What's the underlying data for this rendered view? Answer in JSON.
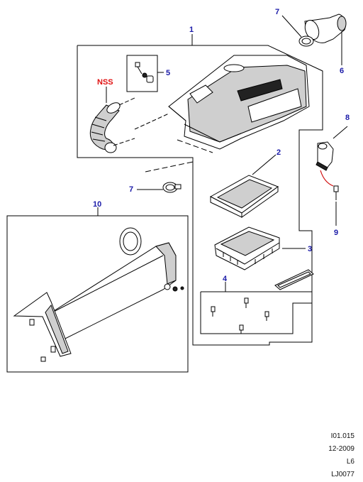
{
  "diagram": {
    "callouts": [
      "1",
      "2",
      "3",
      "4",
      "5",
      "6",
      "7",
      "7",
      "8",
      "9",
      "10"
    ],
    "nss_label": "NSS"
  },
  "reference": {
    "line1": "I01.015",
    "line2": "12-2009",
    "line3": "L6",
    "line4": "LJ0077"
  },
  "colors": {
    "callout": "#1a1aa8",
    "nss": "#e01010",
    "wire": "#d01010"
  }
}
